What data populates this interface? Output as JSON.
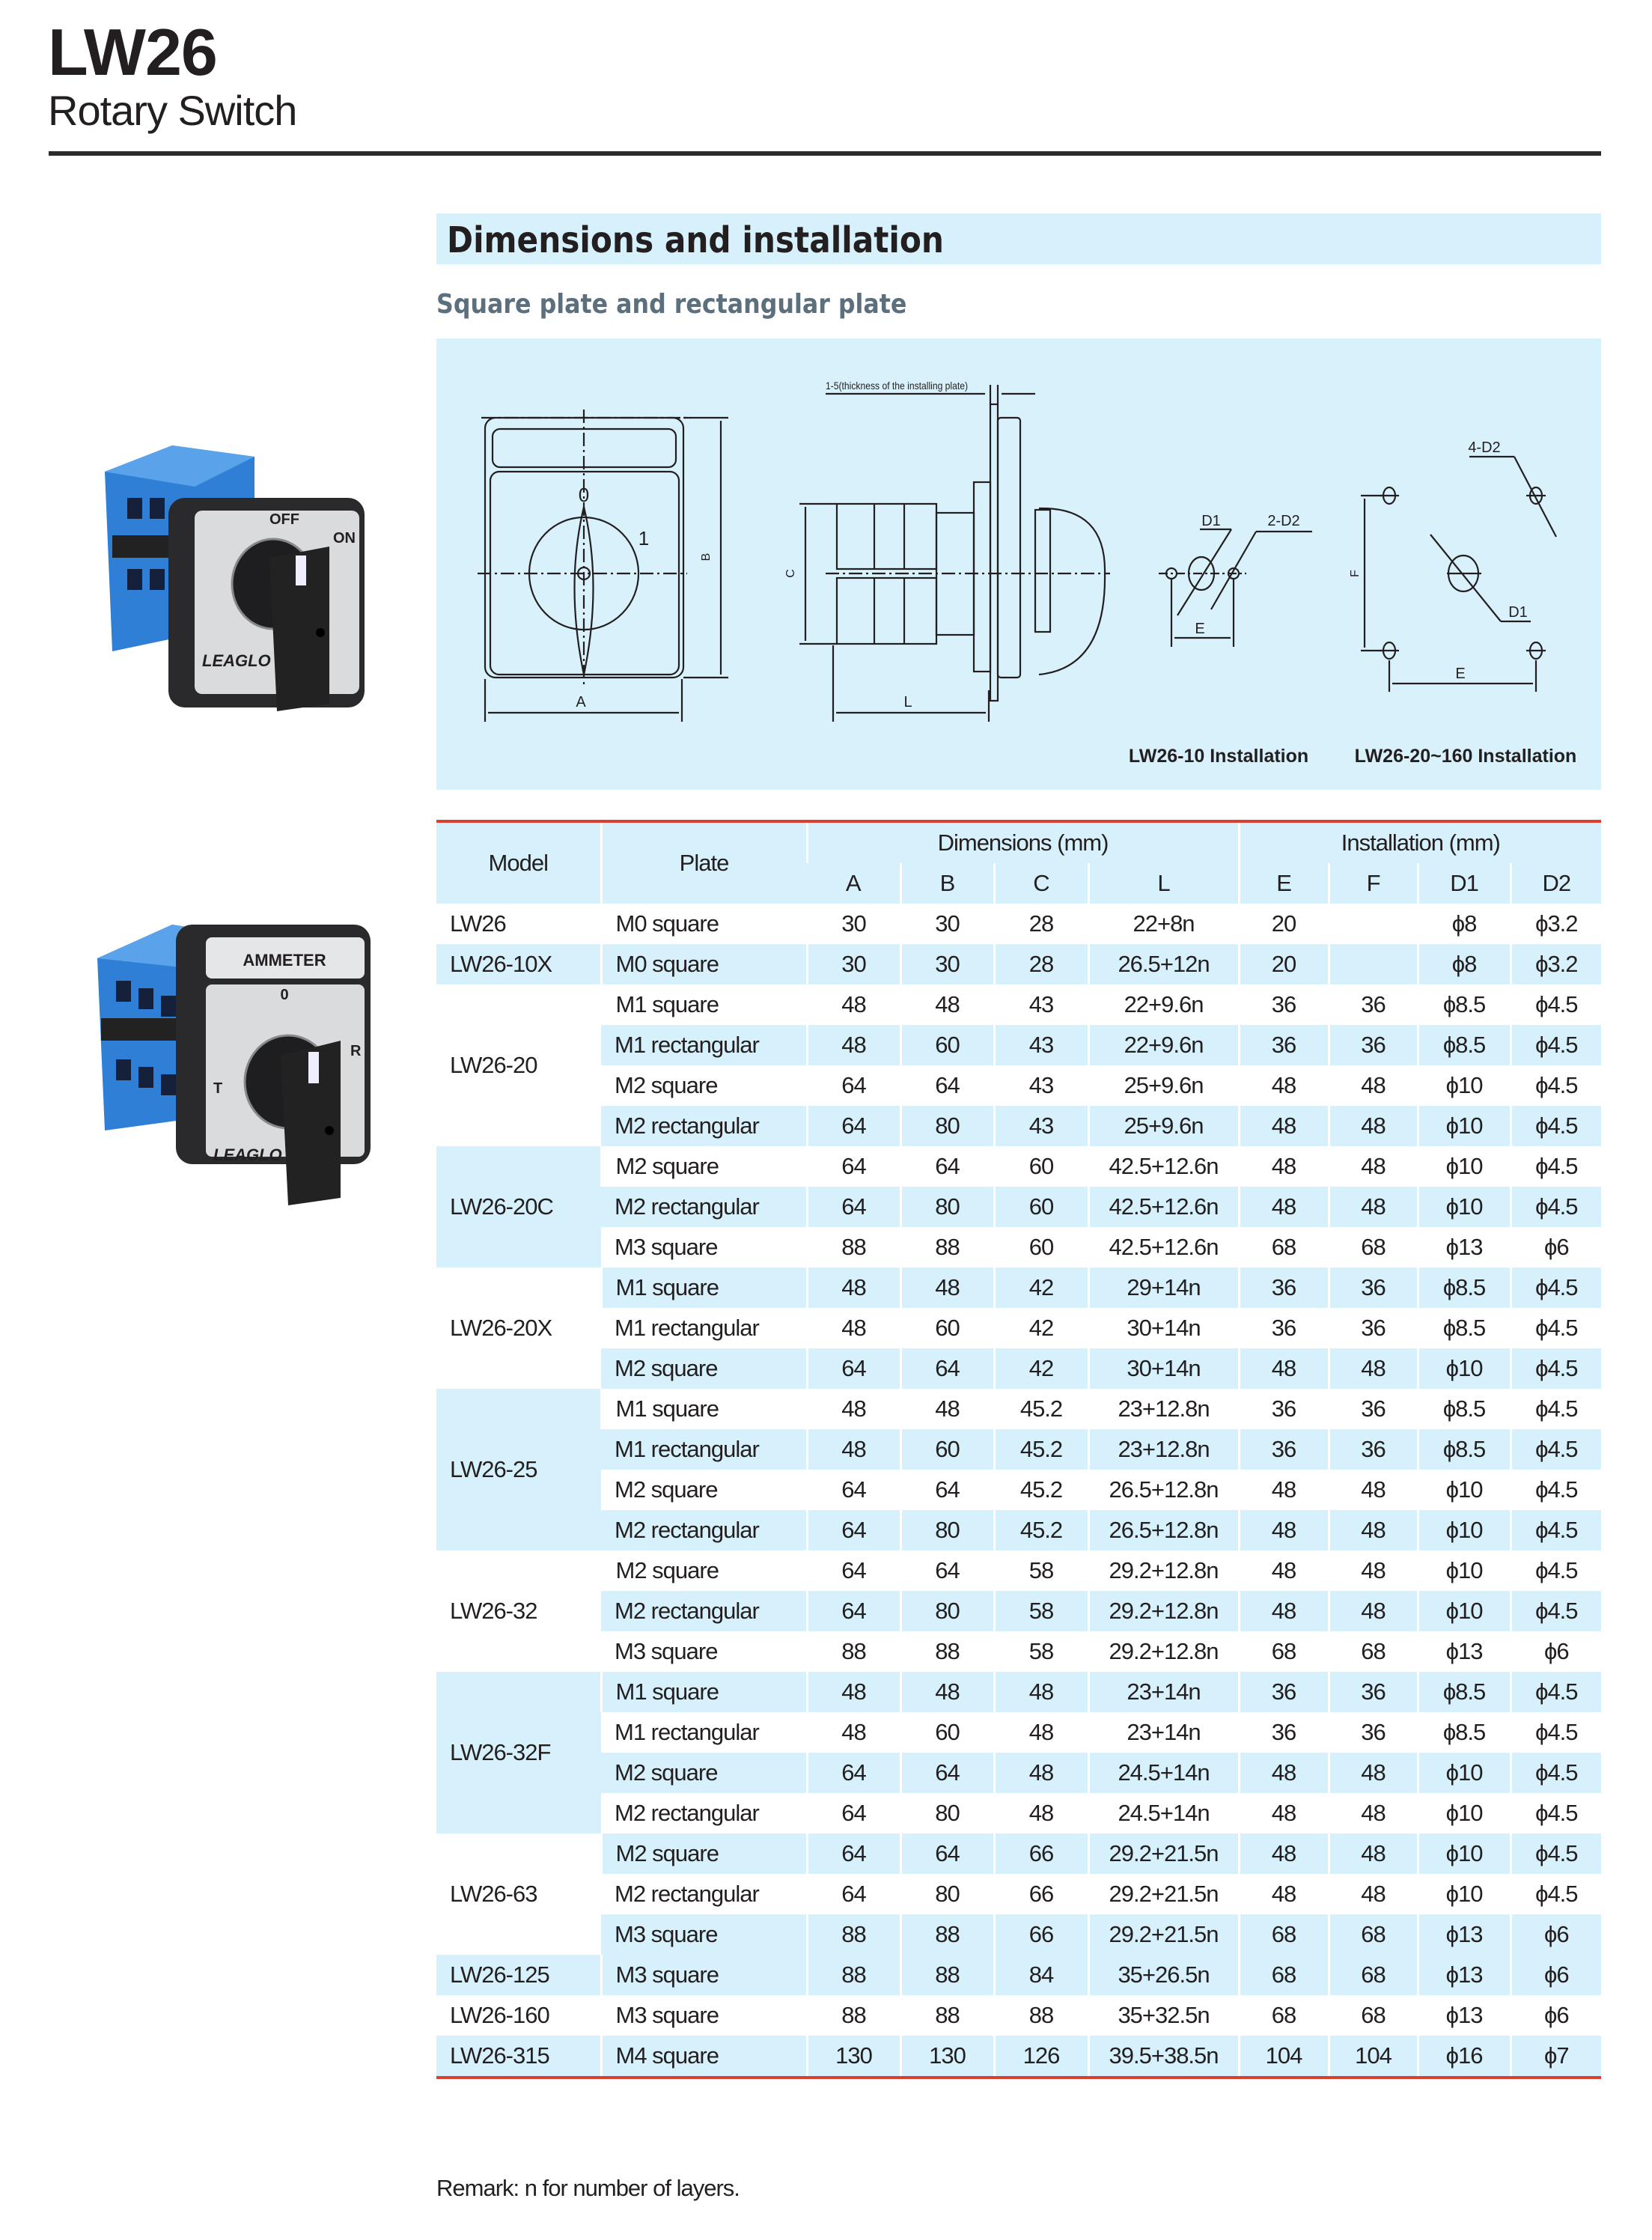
{
  "header": {
    "title": "LW26",
    "subtitle": "Rotary Switch"
  },
  "section": {
    "title": "Dimensions and installation",
    "subtitle": "Square plate and rectangular plate"
  },
  "diagram": {
    "thickness_note": "1-5(thickness of the installing plate)",
    "front_labels": {
      "pos0": "0",
      "pos1": "1",
      "A": "A",
      "B": "B"
    },
    "side_labels": {
      "C": "C",
      "L": "L"
    },
    "lw26_10": {
      "D1": "D1",
      "D2": "2-D2",
      "E": "E",
      "caption": "LW26-10  Installation"
    },
    "lw26_20_160": {
      "D2": "4-D2",
      "D1": "D1",
      "E": "E",
      "F": "F",
      "caption": "LW26-20~160 Installation"
    }
  },
  "photos": [
    {
      "brand": "LEAGLO",
      "labels": [
        "OFF",
        "ON"
      ]
    },
    {
      "brand": "LEAGLO",
      "title": "AMMETER",
      "labels": [
        "0",
        "T",
        "R"
      ]
    }
  ],
  "table": {
    "headers": {
      "model": "Model",
      "plate": "Plate",
      "dimensions": "Dimensions (mm)",
      "installation": "Installation (mm)",
      "cols": [
        "A",
        "B",
        "C",
        "L",
        "E",
        "F",
        "D1",
        "D2"
      ]
    },
    "groups": [
      {
        "model": "LW26",
        "rows": [
          [
            "M0 square",
            "30",
            "30",
            "28",
            "22+8n",
            "20",
            "",
            "ϕ8",
            "ϕ3.2"
          ]
        ]
      },
      {
        "model": "LW26-10X",
        "rows": [
          [
            "M0 square",
            "30",
            "30",
            "28",
            "26.5+12n",
            "20",
            "",
            "ϕ8",
            "ϕ3.2"
          ]
        ]
      },
      {
        "model": "LW26-20",
        "rows": [
          [
            "M1 square",
            "48",
            "48",
            "43",
            "22+9.6n",
            "36",
            "36",
            "ϕ8.5",
            "ϕ4.5"
          ],
          [
            "M1 rectangular",
            "48",
            "60",
            "43",
            "22+9.6n",
            "36",
            "36",
            "ϕ8.5",
            "ϕ4.5"
          ],
          [
            "M2 square",
            "64",
            "64",
            "43",
            "25+9.6n",
            "48",
            "48",
            "ϕ10",
            "ϕ4.5"
          ],
          [
            "M2 rectangular",
            "64",
            "80",
            "43",
            "25+9.6n",
            "48",
            "48",
            "ϕ10",
            "ϕ4.5"
          ]
        ]
      },
      {
        "model": "LW26-20C",
        "rows": [
          [
            "M2 square",
            "64",
            "64",
            "60",
            "42.5+12.6n",
            "48",
            "48",
            "ϕ10",
            "ϕ4.5"
          ],
          [
            "M2 rectangular",
            "64",
            "80",
            "60",
            "42.5+12.6n",
            "48",
            "48",
            "ϕ10",
            "ϕ4.5"
          ],
          [
            "M3 square",
            "88",
            "88",
            "60",
            "42.5+12.6n",
            "68",
            "68",
            "ϕ13",
            "ϕ6"
          ]
        ]
      },
      {
        "model": "LW26-20X",
        "rows": [
          [
            "M1 square",
            "48",
            "48",
            "42",
            "29+14n",
            "36",
            "36",
            "ϕ8.5",
            "ϕ4.5"
          ],
          [
            "M1 rectangular",
            "48",
            "60",
            "42",
            "30+14n",
            "36",
            "36",
            "ϕ8.5",
            "ϕ4.5"
          ],
          [
            "M2 square",
            "64",
            "64",
            "42",
            "30+14n",
            "48",
            "48",
            "ϕ10",
            "ϕ4.5"
          ]
        ]
      },
      {
        "model": "LW26-25",
        "rows": [
          [
            "M1 square",
            "48",
            "48",
            "45.2",
            "23+12.8n",
            "36",
            "36",
            "ϕ8.5",
            "ϕ4.5"
          ],
          [
            "M1 rectangular",
            "48",
            "60",
            "45.2",
            "23+12.8n",
            "36",
            "36",
            "ϕ8.5",
            "ϕ4.5"
          ],
          [
            "M2 square",
            "64",
            "64",
            "45.2",
            "26.5+12.8n",
            "48",
            "48",
            "ϕ10",
            "ϕ4.5"
          ],
          [
            "M2 rectangular",
            "64",
            "80",
            "45.2",
            "26.5+12.8n",
            "48",
            "48",
            "ϕ10",
            "ϕ4.5"
          ]
        ]
      },
      {
        "model": "LW26-32",
        "rows": [
          [
            "M2 square",
            "64",
            "64",
            "58",
            "29.2+12.8n",
            "48",
            "48",
            "ϕ10",
            "ϕ4.5"
          ],
          [
            "M2 rectangular",
            "64",
            "80",
            "58",
            "29.2+12.8n",
            "48",
            "48",
            "ϕ10",
            "ϕ4.5"
          ],
          [
            "M3 square",
            "88",
            "88",
            "58",
            "29.2+12.8n",
            "68",
            "68",
            "ϕ13",
            "ϕ6"
          ]
        ]
      },
      {
        "model": "LW26-32F",
        "rows": [
          [
            "M1 square",
            "48",
            "48",
            "48",
            "23+14n",
            "36",
            "36",
            "ϕ8.5",
            "ϕ4.5"
          ],
          [
            "M1 rectangular",
            "48",
            "60",
            "48",
            "23+14n",
            "36",
            "36",
            "ϕ8.5",
            "ϕ4.5"
          ],
          [
            "M2 square",
            "64",
            "64",
            "48",
            "24.5+14n",
            "48",
            "48",
            "ϕ10",
            "ϕ4.5"
          ],
          [
            "M2 rectangular",
            "64",
            "80",
            "48",
            "24.5+14n",
            "48",
            "48",
            "ϕ10",
            "ϕ4.5"
          ]
        ]
      },
      {
        "model": "LW26-63",
        "rows": [
          [
            "M2 square",
            "64",
            "64",
            "66",
            "29.2+21.5n",
            "48",
            "48",
            "ϕ10",
            "ϕ4.5"
          ],
          [
            "M2 rectangular",
            "64",
            "80",
            "66",
            "29.2+21.5n",
            "48",
            "48",
            "ϕ10",
            "ϕ4.5"
          ],
          [
            "M3 square",
            "88",
            "88",
            "66",
            "29.2+21.5n",
            "68",
            "68",
            "ϕ13",
            "ϕ6"
          ]
        ]
      },
      {
        "model": "LW26-125",
        "rows": [
          [
            "M3 square",
            "88",
            "88",
            "84",
            "35+26.5n",
            "68",
            "68",
            "ϕ13",
            "ϕ6"
          ]
        ]
      },
      {
        "model": "LW26-160",
        "rows": [
          [
            "M3 square",
            "88",
            "88",
            "88",
            "35+32.5n",
            "68",
            "68",
            "ϕ13",
            "ϕ6"
          ]
        ]
      },
      {
        "model": "LW26-315",
        "rows": [
          [
            "M4 square",
            "130",
            "130",
            "126",
            "39.5+38.5n",
            "104",
            "104",
            "ϕ16",
            "ϕ7"
          ]
        ]
      }
    ]
  },
  "remark": "Remark: n for number of layers.",
  "colors": {
    "accent_blue": "#d6f1fb",
    "rule_red": "#d9402f",
    "switch_blue": "#2f7fd6"
  }
}
